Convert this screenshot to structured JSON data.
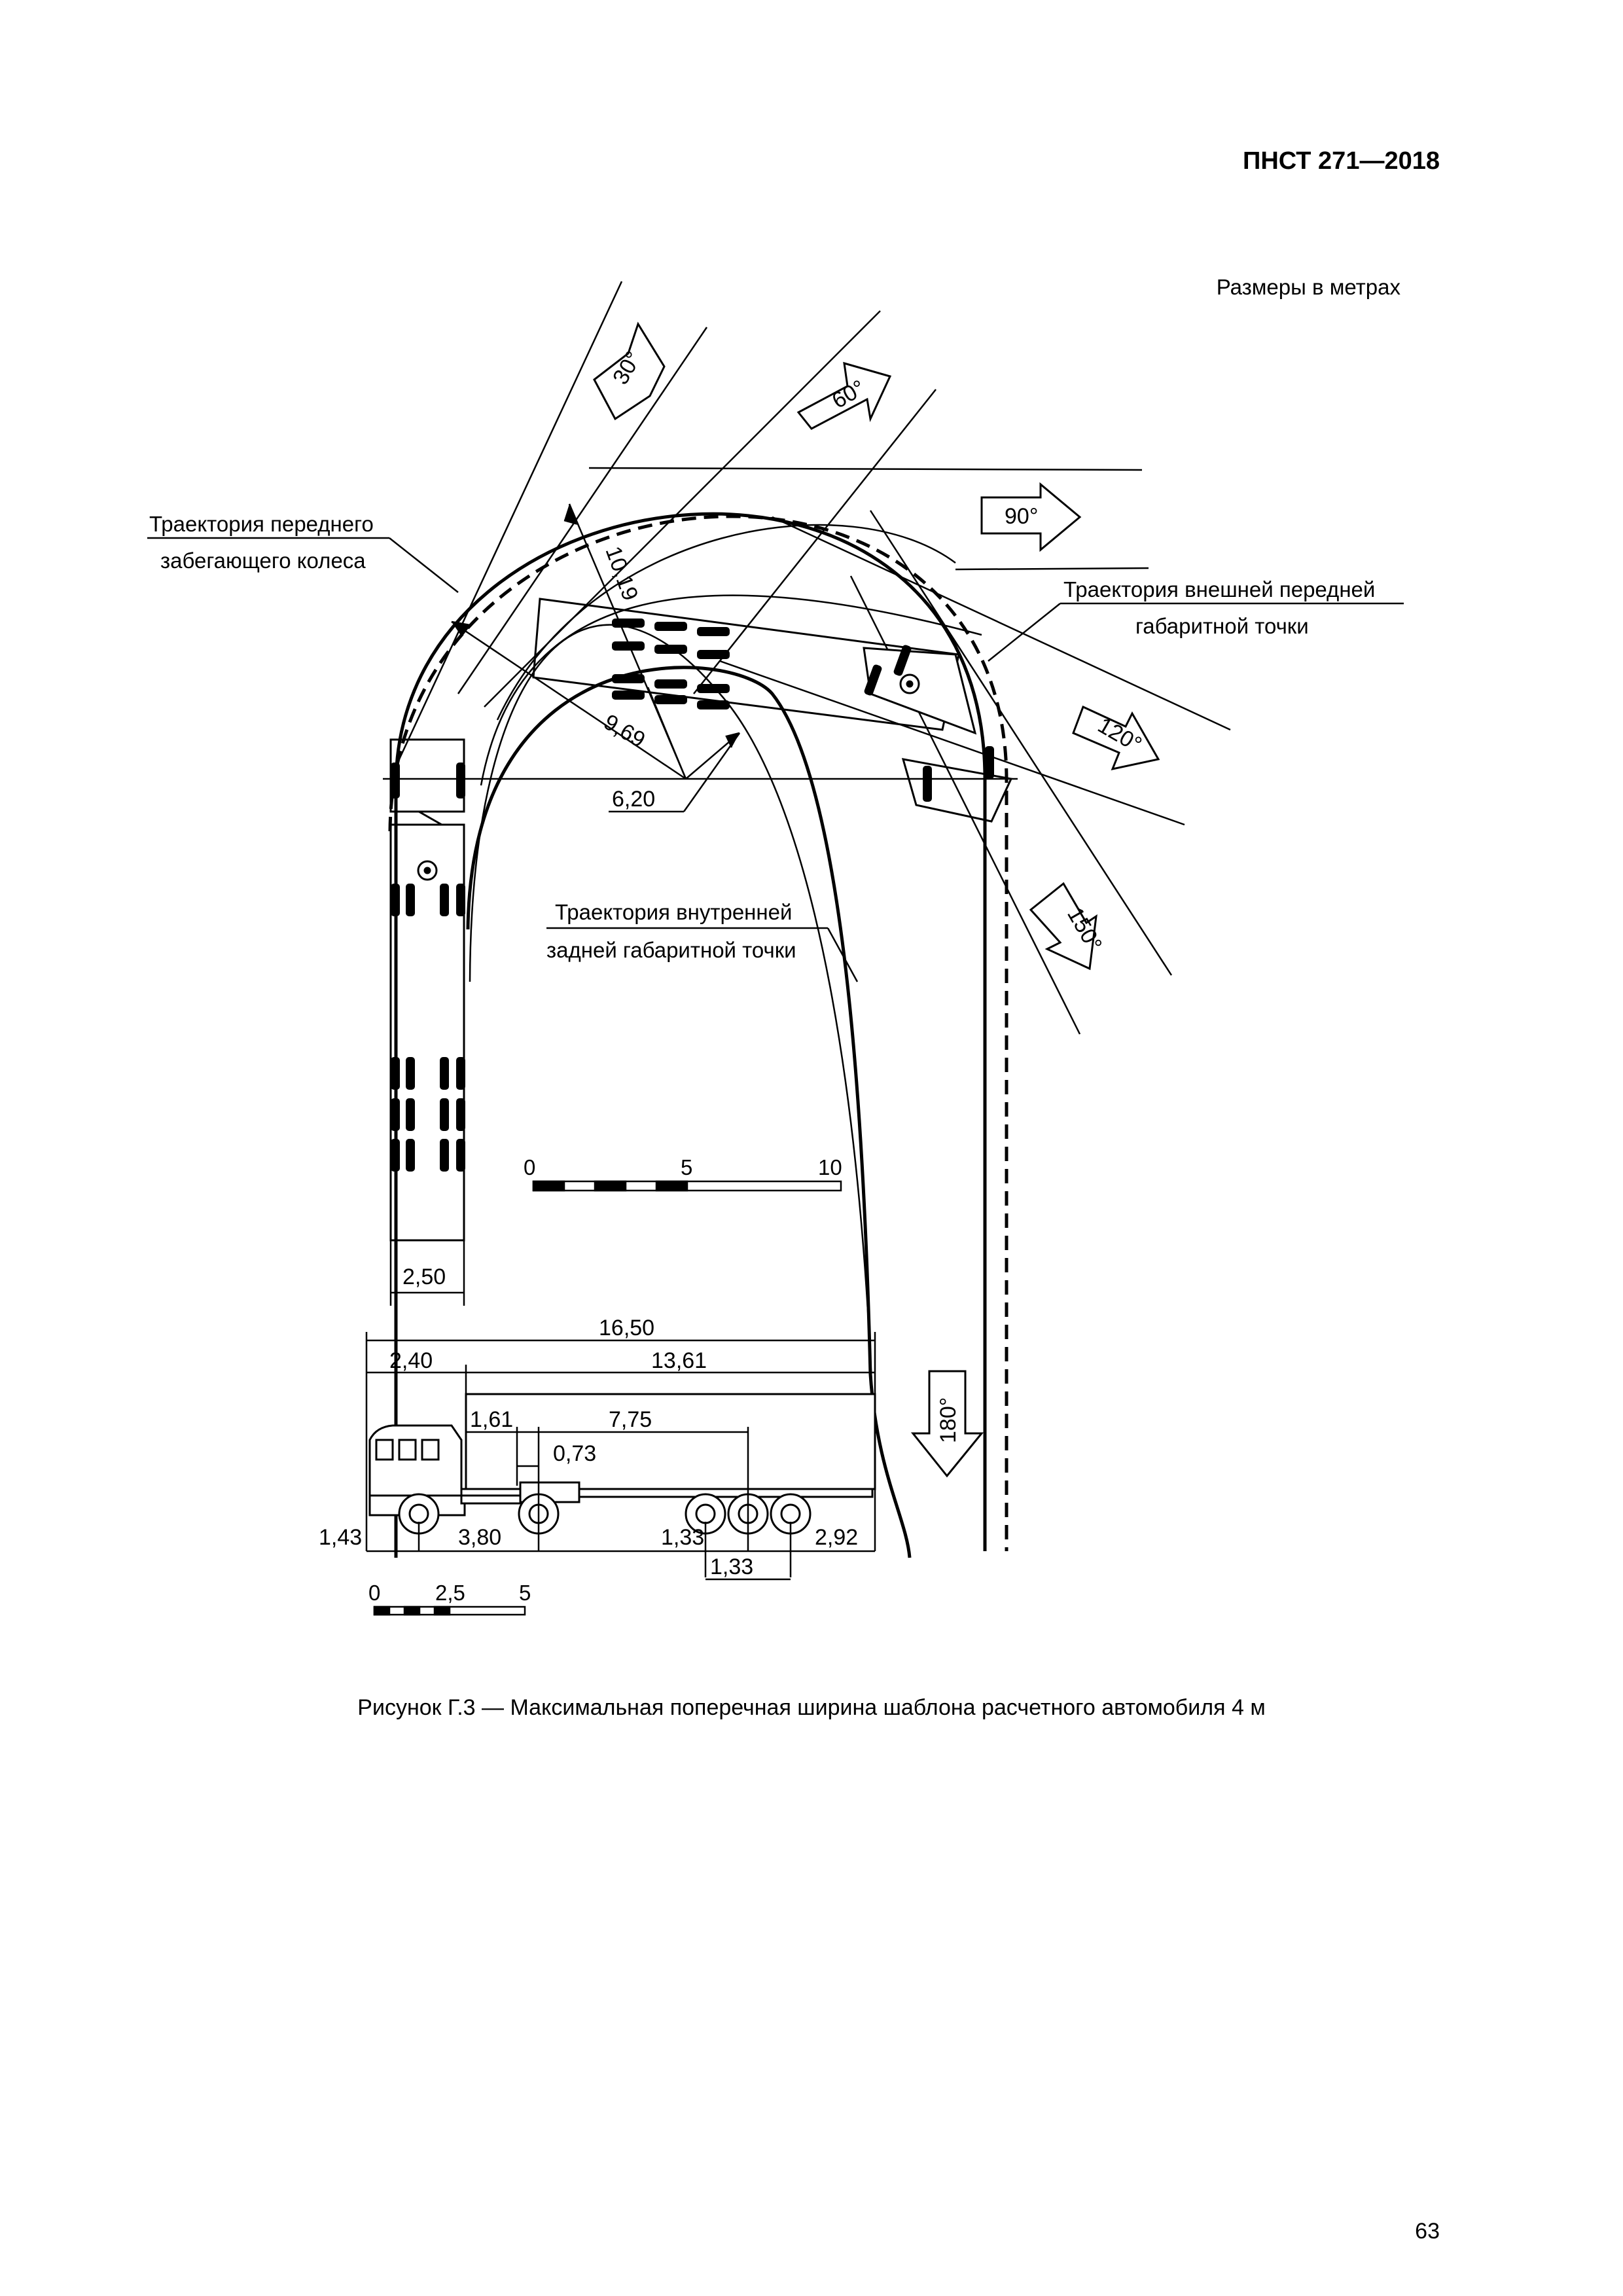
{
  "header": {
    "doc_id": "ПНСТ 271—2018"
  },
  "figure": {
    "units_note": "Размеры в метрах",
    "labels": {
      "front_wheel_1": "Траектория переднего",
      "front_wheel_2": "забегающего колеса",
      "outer_front_1": "Траектория внешней передней",
      "outer_front_2": "габаритной точки",
      "inner_rear_1": "Траектория внутренней",
      "inner_rear_2": "задней габаритной точки"
    },
    "angles": {
      "a30": "30°",
      "a60": "60°",
      "a90": "90°",
      "a120": "120°",
      "a150": "150°",
      "a180": "180°"
    },
    "radii": {
      "r1": "10,19",
      "r2": "9,69",
      "r3": "6,20"
    },
    "width_dim": "2,50",
    "scale_top": {
      "s0": "0",
      "s5": "5",
      "s10": "10"
    },
    "truck_dims": {
      "overall": "16,50",
      "front_to_trailer": "2,40",
      "trailer_length": "13,61",
      "kingpin": "1,61",
      "wheelbase_trailer": "7,75",
      "offset": "0,73",
      "front_overhang": "1,43",
      "tractor_wheelbase": "3,80",
      "axle_spacing_1": "1,33",
      "axle_spacing_2": "1,33",
      "rear_overhang": "2,92"
    },
    "scale_bottom": {
      "s0": "0",
      "s2_5": "2,5",
      "s5": "5"
    }
  },
  "caption": "Рисунок Г.3 — Максимальная поперечная ширина шаблона расчетного автомобиля 4 м",
  "page_number": "63"
}
